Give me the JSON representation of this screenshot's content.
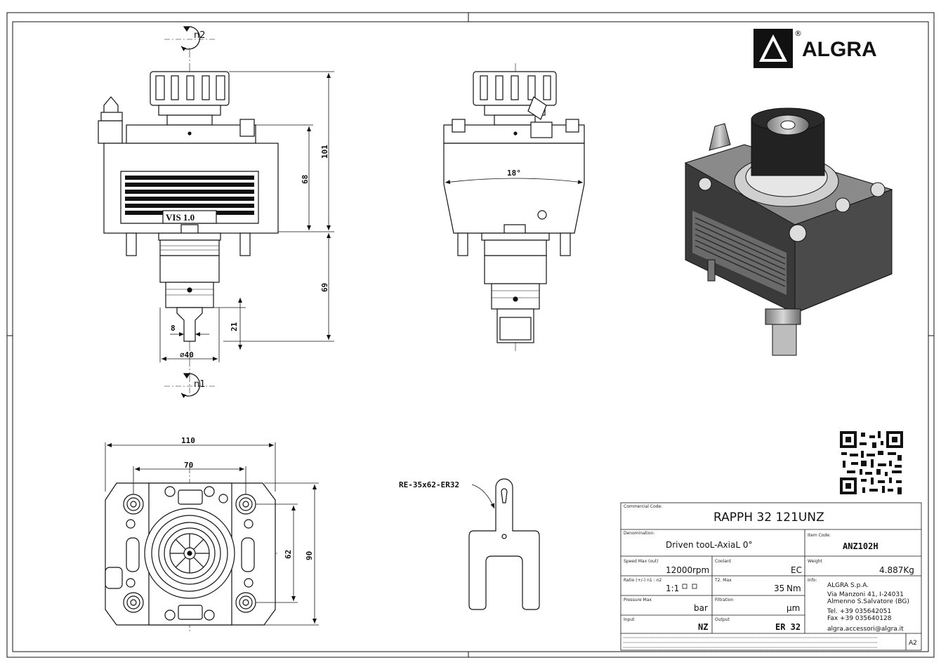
{
  "brand": {
    "name": "ALGRA",
    "registered_mark": "®"
  },
  "rotation_labels": {
    "top": "n2",
    "bottom": "n1"
  },
  "dimensions": {
    "front_height_total": "101",
    "front_body_height": "68",
    "front_lower_height": "69",
    "shank_length": "21",
    "shank_width": "8",
    "shank_diameter": "⌀40",
    "side_angle": "18°",
    "bottom_width": "110",
    "bottom_hole_spacing": "70",
    "bottom_height": "90",
    "bottom_hole_spacing_v": "62",
    "body_engraving": "VIS 1.0",
    "wrench_label": "RE-35x62-ER32"
  },
  "title_block": {
    "commercial_code_label": "Commercial Code:",
    "commercial_code": "RAPPH 32 121UNZ",
    "denomination_label": "Denomination:",
    "denomination": "Driven tooL-AxiaL 0°",
    "item_code_label": "Item Code:",
    "item_code": "ANZ102H",
    "speed_label": "Speed Max (out)",
    "speed_value": "12000",
    "speed_unit": "rpm",
    "coolant_label": "Coolant",
    "coolant_value": "EC",
    "weight_label": "Weight",
    "weight_value": "4.887Kg",
    "ratio_label": "Ratio (+/-) n1 : n2",
    "ratio_value": "1:1",
    "torque_label": "T2. Max",
    "torque_value": "35",
    "torque_unit": "Nm",
    "info_label": "Info:",
    "pressure_label": "Pressure Max",
    "pressure_unit": "bar",
    "filtration_label": "Filtration",
    "filtration_unit": "µm",
    "input_label": "Input",
    "input_value": "NZ",
    "output_label": "Output",
    "output_value": "ER 32",
    "sheet_size": "A2",
    "info_lines": [
      "ALGRA S.p.A.",
      "Via Manzoni 41, I-24031",
      "Almenno S.Salvatore (BG)",
      "Tel. +39 035642051",
      "Fax +39 035640128",
      "algra.accessori@algra.it"
    ]
  },
  "colors": {
    "line": "#111111",
    "render_body": "#2e2e2e",
    "render_light": "#bdbdbd"
  }
}
